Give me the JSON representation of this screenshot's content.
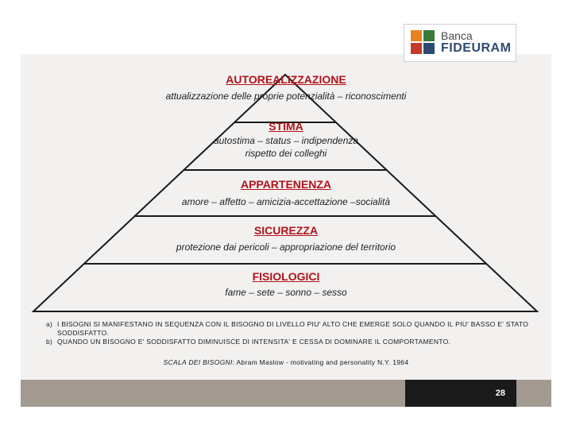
{
  "brand": {
    "line1": "Banca",
    "line2": "FIDEURAM",
    "colors": [
      "#e8821e",
      "#3a7a3a",
      "#c43a2a",
      "#2d4a73"
    ]
  },
  "pyramid": {
    "line_color": "#1a1a1a",
    "title_color": "#b3121a",
    "levels": [
      {
        "title": "AUTOREALIZZAZIONE",
        "lines": [
          "attualizzazione delle proprie potenzialità – riconoscimenti"
        ]
      },
      {
        "title": "STIMA",
        "lines": [
          "autostima – status – indipendenza",
          "rispetto dei colleghi"
        ]
      },
      {
        "title": "APPARTENENZA",
        "lines": [
          "amore – affetto – amicizia-accettazione –socialità"
        ]
      },
      {
        "title": "SICUREZZA",
        "lines": [
          "protezione dai pericoli – appropriazione del territorio"
        ]
      },
      {
        "title": "FISIOLOGICI",
        "lines": [
          "fame – sete – sonno – sesso"
        ]
      }
    ]
  },
  "notes": [
    {
      "marker": "a)",
      "text": "I BISOGNI SI MANIFESTANO IN SEQUENZA CON IL BISOGNO DI LIVELLO PIU' ALTO CHE EMERGE SOLO QUANDO IL PIU' BASSO E' STATO SODDISFATTO."
    },
    {
      "marker": "b)",
      "text": "QUANDO UN BISOGNO E' SODDISFATTO DIMINUISCE DI INTENSITA' E CESSA DI DOMINARE IL COMPORTAMENTO."
    }
  ],
  "source": {
    "title": "SCALA DEI BISOGNI:",
    "text": "Abram Maslow - motivating and personality N.Y. 1964"
  },
  "page_number": "28"
}
